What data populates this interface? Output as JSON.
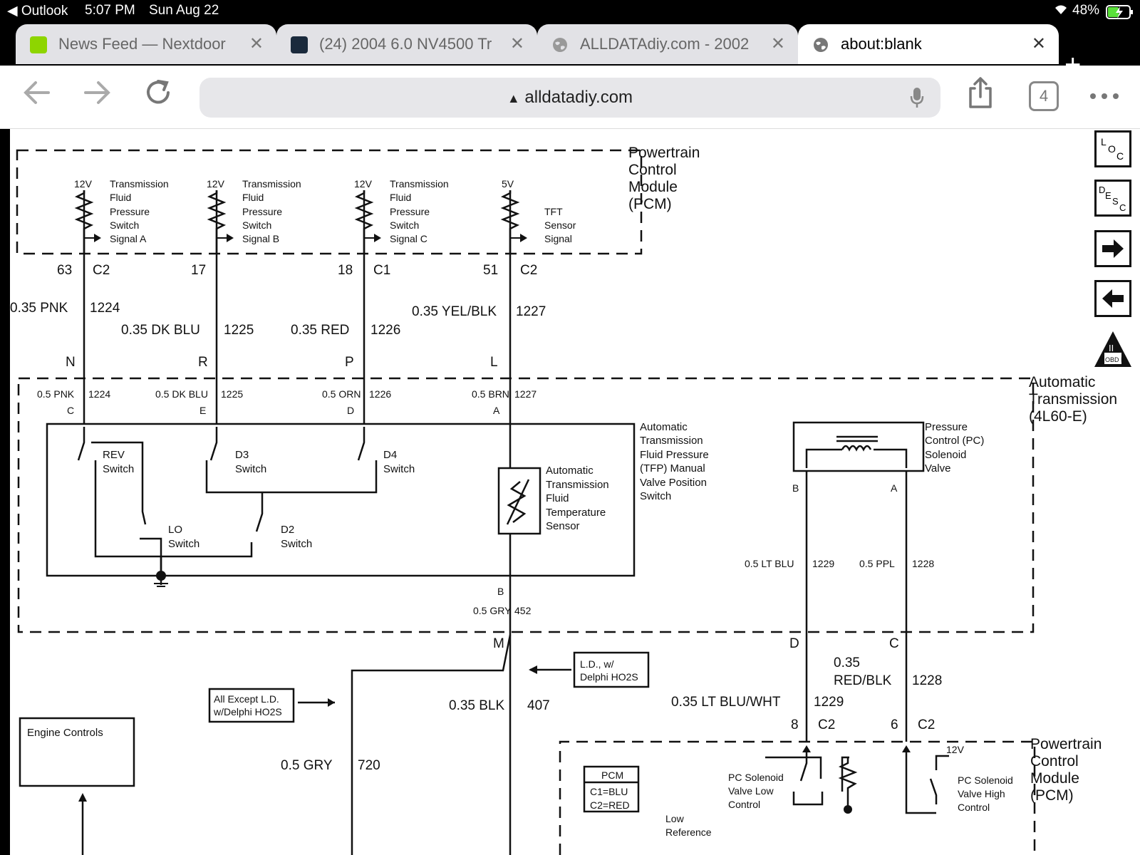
{
  "status_bar": {
    "back_app": "Outlook",
    "time": "5:07 PM",
    "date": "Sun Aug 22",
    "battery": "48%"
  },
  "tabs": [
    {
      "title": "News Feed — Nextdoor",
      "favicon_color": "#8ed500"
    },
    {
      "title": "(24) 2004 6.0 NV4500 Tr",
      "favicon_color": "#1a2a3c"
    },
    {
      "title": "ALLDATAdiy.com - 2002 ",
      "favicon_color": "#888888"
    },
    {
      "title": "about:blank",
      "favicon_color": "#777777"
    }
  ],
  "toolbar": {
    "url": "alldatadiy.com",
    "tab_count": "4"
  },
  "diagram": {
    "pcm_top_label": [
      "Powertrain",
      "Control",
      "Module",
      "(PCM)"
    ],
    "trans_label": [
      "Automatic",
      "Transmission",
      "(4L60-E)"
    ],
    "pcm_bottom_label": [
      "Powertrain",
      "Control",
      "Module",
      "(PCM)"
    ],
    "pcm_circuits": [
      {
        "voltage": "12V",
        "desc": [
          "Transmission",
          "Fluid",
          "Pressure",
          "Switch",
          "Signal A"
        ],
        "pin": "63",
        "conn": "C2",
        "wire": "0.35 PNK",
        "circuit": "1224",
        "letter": "N"
      },
      {
        "voltage": "12V",
        "desc": [
          "Transmission",
          "Fluid",
          "Pressure",
          "Switch",
          "Signal B"
        ],
        "pin": "17",
        "conn": "",
        "wire": "0.35 DK BLU",
        "circuit": "1225",
        "letter": "R"
      },
      {
        "voltage": "12V",
        "desc": [
          "Transmission",
          "Fluid",
          "Pressure",
          "Switch",
          "Signal C"
        ],
        "pin": "18",
        "conn": "C1",
        "wire": "0.35 RED",
        "circuit": "1226",
        "letter": "P"
      },
      {
        "voltage": "5V",
        "desc": [
          "TFT",
          "Sensor",
          "Signal"
        ],
        "pin": "51",
        "conn": "C2",
        "wire": "0.35 YEL/BLK",
        "circuit": "1227",
        "letter": "L"
      }
    ],
    "trans_pins": [
      {
        "wire": "0.5 PNK",
        "circuit": "1224",
        "pin": "C"
      },
      {
        "wire": "0.5 DK BLU",
        "circuit": "1225",
        "pin": "E"
      },
      {
        "wire": "0.5 ORN",
        "circuit": "1226",
        "pin": "D"
      },
      {
        "wire": "0.5 BRN",
        "circuit": "1227",
        "pin": "A"
      }
    ],
    "switches": {
      "rev": [
        "REV",
        "Switch"
      ],
      "d3": [
        "D3",
        "Switch"
      ],
      "d4": [
        "D4",
        "Switch"
      ],
      "lo": [
        "LO",
        "Switch"
      ],
      "d2": [
        "D2",
        "Switch"
      ]
    },
    "tft_sensor": [
      "Automatic",
      "Transmission",
      "Fluid",
      "Temperature",
      "Sensor"
    ],
    "tfp_label": [
      "Automatic",
      "Transmission",
      "Fluid Pressure",
      "(TFP) Manual",
      "Valve Position",
      "Switch"
    ],
    "pc_valve": [
      "Pressure",
      "Control (PC)",
      "Solenoid",
      "Valve"
    ],
    "pc_pins": {
      "b": "B",
      "a": "A"
    },
    "pc_wires": [
      {
        "wire": "0.5 LT BLU",
        "circuit": "1229"
      },
      {
        "wire": "0.5 PPL",
        "circuit": "1228"
      }
    ],
    "ground_pin": "B",
    "ground_wire": {
      "wire": "0.5 GRY",
      "circuit": "452"
    },
    "m_letter": "M",
    "d_letter": "D",
    "c_letter": "C",
    "ld_box": [
      "L.D., w/",
      "Delphi HO2S"
    ],
    "all_except_box": [
      "All Except L.D.",
      "w/Delphi HO2S"
    ],
    "blk_wire": {
      "wire": "0.35 BLK",
      "circuit": "407"
    },
    "gry_wire": {
      "wire": "0.5 GRY",
      "circuit": "720"
    },
    "ltblu_wire": {
      "wire": "0.35 LT BLU/WHT",
      "circuit": "1229"
    },
    "redblk_wire": {
      "wire1": "0.35",
      "wire2": "RED/BLK",
      "circuit": "1228"
    },
    "pcm_pins_bottom": [
      {
        "pin": "8",
        "conn": "C2"
      },
      {
        "pin": "6",
        "conn": "C2"
      }
    ],
    "engine_controls": "Engine Controls",
    "pcm_legend": [
      "PCM",
      "C1=BLU",
      "C2=RED"
    ],
    "pc_low": [
      "PC Solenoid",
      "Valve Low",
      "Control"
    ],
    "pc_high": [
      "PC Solenoid",
      "Valve High",
      "Control"
    ],
    "voltage_12v_bottom": "12V",
    "low_ref": [
      "Low",
      "Reference"
    ]
  },
  "side_buttons": {
    "loc": [
      "L",
      "O",
      "C"
    ],
    "desc": [
      "D",
      "E",
      "S",
      "C"
    ],
    "obd": [
      "II",
      "OBD II"
    ]
  }
}
